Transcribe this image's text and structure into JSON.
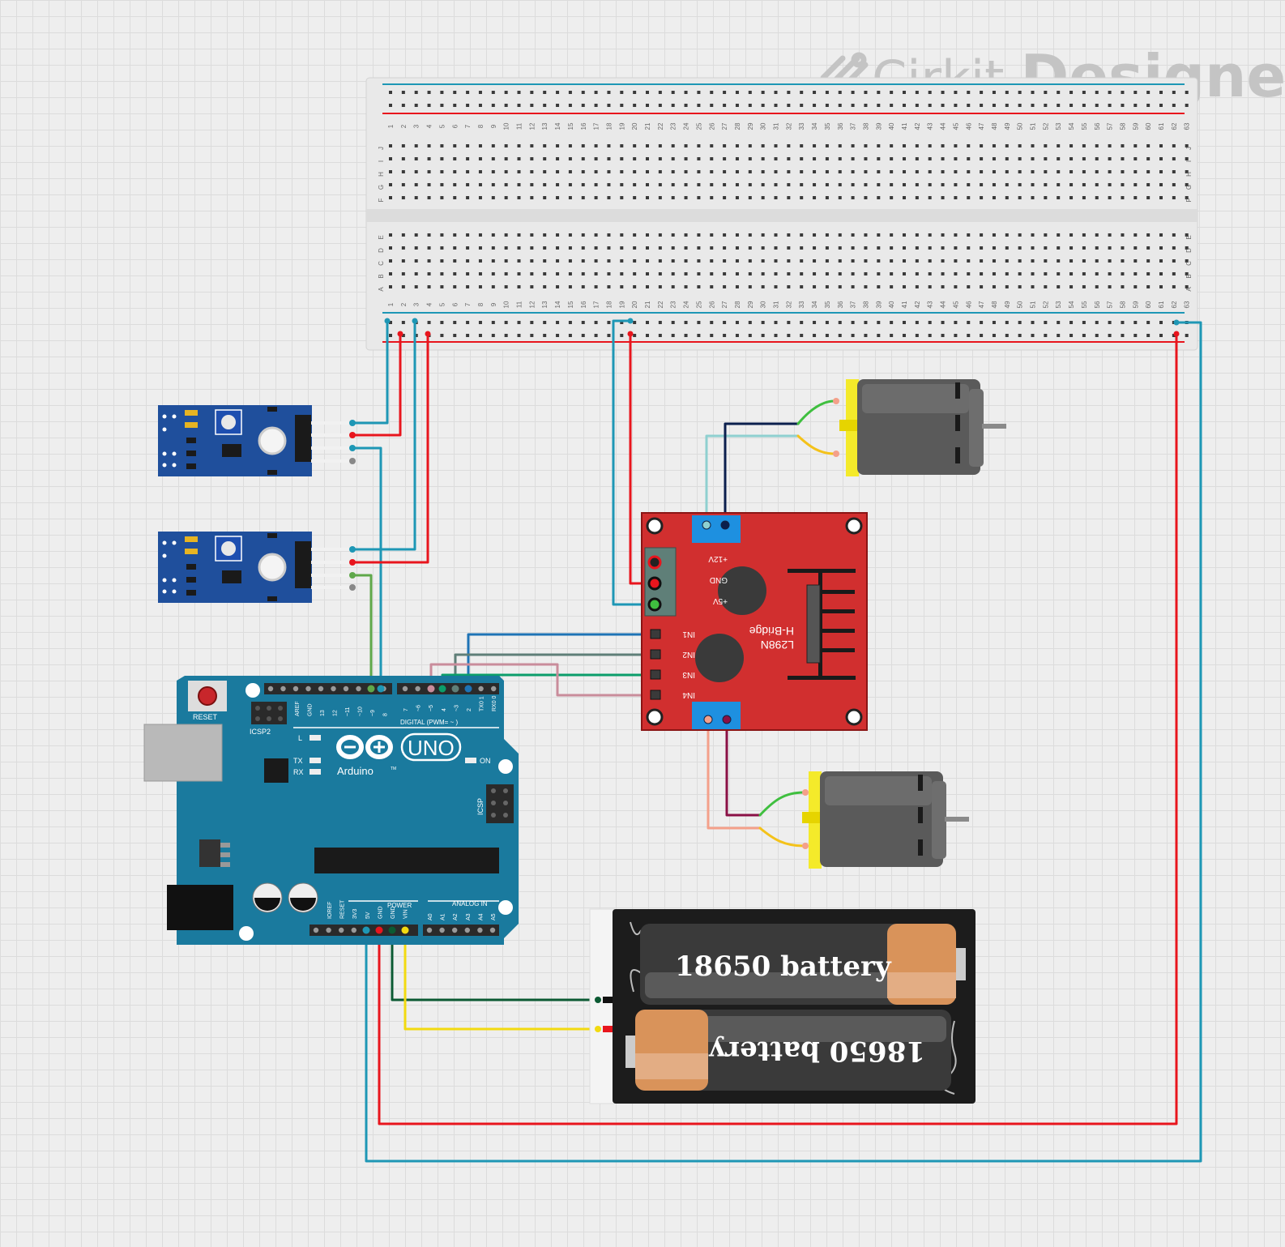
{
  "watermark": {
    "brand_light": "Cirkit",
    "brand_bold": "Designer"
  },
  "breadboard": {
    "columns": 63,
    "rows_top": [
      "J",
      "I",
      "H",
      "G",
      "F"
    ],
    "rows_bottom": [
      "E",
      "D",
      "C",
      "B",
      "A"
    ]
  },
  "arduino": {
    "reset_label": "RESET",
    "icsp2_label": "ICSP2",
    "icsp_label": "ICSP",
    "digital_label": "DIGITAL (PWM= ~ )",
    "uno_label": "UNO",
    "brand_label": "Arduino",
    "tm": "TM",
    "on_label": "ON",
    "l_label": "L",
    "tx_label": "TX",
    "rx_label": "RX",
    "power_label": "POWER",
    "analog_label": "ANALOG IN",
    "header_top_left": [
      "AREF",
      "GND",
      "13",
      "12",
      "~11",
      "~10",
      "~9",
      "8"
    ],
    "header_top_right": [
      "7",
      "~6",
      "~5",
      "4",
      "~3",
      "2",
      "TX0 1",
      "RX0 0"
    ],
    "header_power": [
      "IOREF",
      "RESET",
      "3V3",
      "5V",
      "GND",
      "GND",
      "VIN"
    ],
    "header_analog": [
      "A0",
      "A1",
      "A2",
      "A3",
      "A4",
      "A5"
    ]
  },
  "driver": {
    "title": "L298N",
    "subtitle": "H-Bridge",
    "power_pins": [
      "+12V",
      "GND",
      "+5V"
    ],
    "inputs": [
      "IN1",
      "IN2",
      "IN3",
      "IN4"
    ]
  },
  "battery": {
    "label_top": "18650 battery",
    "label_bottom": "18650 battery"
  },
  "colors": {
    "wire_teal": "#1e97b5",
    "wire_red": "#e8151d",
    "wire_green": "#0b8f52",
    "wire_yellow": "#f2da10",
    "wire_pink": "#c98c9b",
    "wire_gray": "#5f7f78",
    "wire_blue": "#1e73b5",
    "driver_red": "#d12f2f",
    "arduino_teal": "#1a7a9e",
    "sensor_blue": "#1f4f9c",
    "motor_yellow": "#f4ea2a"
  }
}
